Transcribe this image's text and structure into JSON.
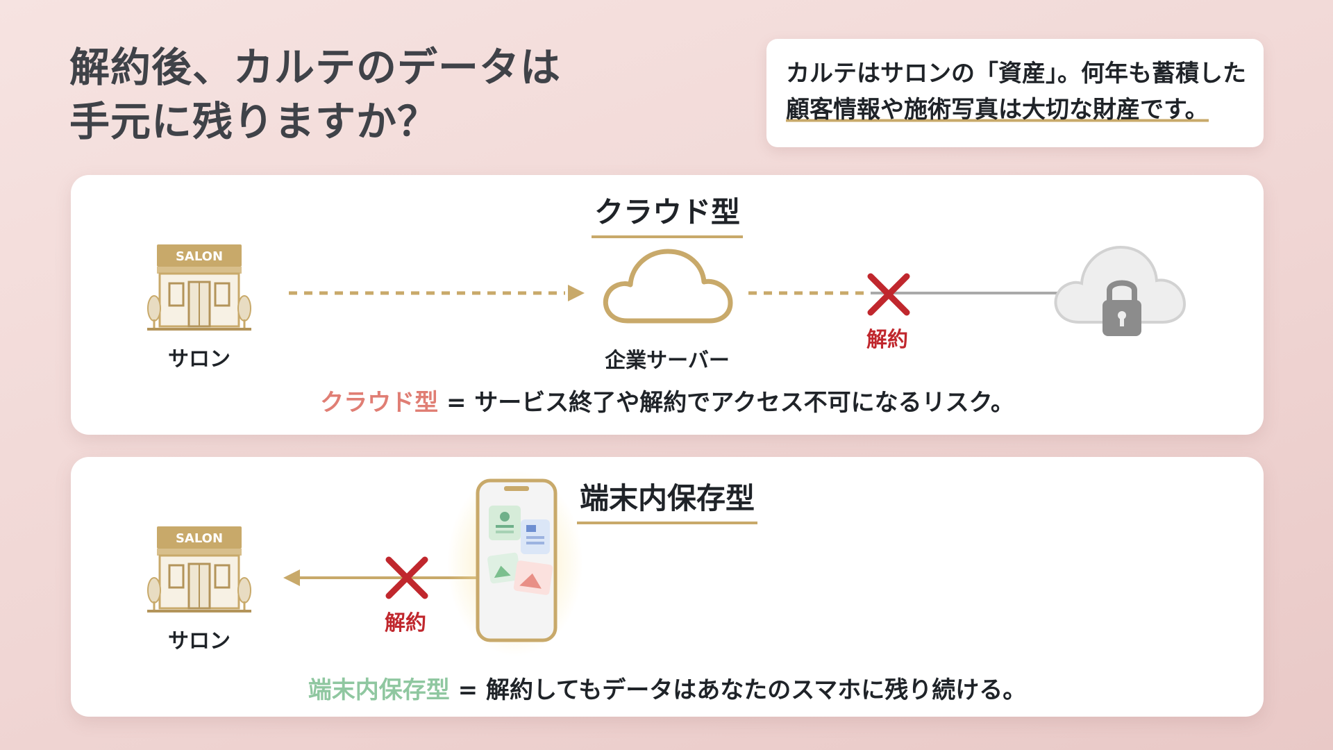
{
  "title": {
    "line1": "解約後、カルテのデータは",
    "line2": "手元に残りますか？"
  },
  "note": {
    "line1": "カルテはサロンの「資産」。何年も蓄積した",
    "line2": "顧客情報や施術写真は大切な財産です。"
  },
  "store_sign": "SALON",
  "cloud_panel": {
    "title": "クラウド型",
    "salon_label": "サロン",
    "server_label": "企業サーバー",
    "cancel_label": "解約",
    "summary_highlight": "クラウド型",
    "summary_rest": " = サービス終了や解約でアクセス不可になるリスク。"
  },
  "local_panel": {
    "title": "端末内保存型",
    "salon_label": "サロン",
    "cancel_label": "解約",
    "summary_highlight": "端末内保存型",
    "summary_rest": " = 解約してもデータはあなたのスマホに残り続ける。"
  },
  "colors": {
    "gold": "#c8a96a",
    "cancel_red": "#c0272d",
    "cloud_highlight": "#e07e74",
    "local_highlight": "#8fc7a0",
    "locked_gray": "#c9c9c9"
  },
  "icons": [
    "salon-store-icon",
    "cloud-icon",
    "locked-cloud-icon",
    "smartphone-icon",
    "cancel-x-icon"
  ]
}
